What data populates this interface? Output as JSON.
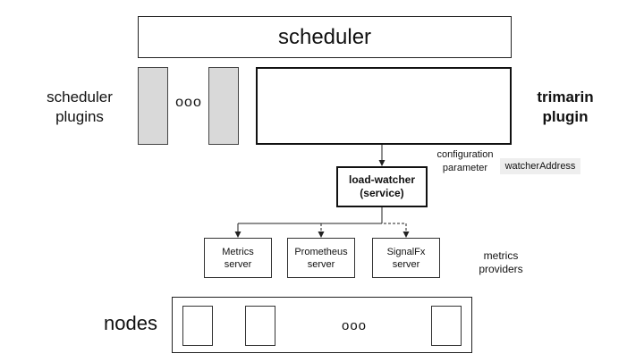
{
  "scheduler": {
    "title": "scheduler"
  },
  "scheduler_plugins": {
    "label_line1": "scheduler",
    "label_line2": "plugins",
    "ellipsis": "ooo"
  },
  "trimarin_plugin": {
    "label_line1": "trimarin",
    "label_line2": "plugin"
  },
  "configuration": {
    "label_line1": "configuration",
    "label_line2": "parameter",
    "watcher_address": "watcherAddress"
  },
  "load_watcher": {
    "label_line1": "load-watcher",
    "label_line2": "(service)"
  },
  "metrics_providers": {
    "label_line1": "metrics",
    "label_line2": "providers",
    "items": [
      {
        "line1": "Metrics",
        "line2": "server"
      },
      {
        "line1": "Prometheus",
        "line2": "server"
      },
      {
        "line1": "SignalFx",
        "line2": "server"
      }
    ]
  },
  "nodes": {
    "label": "nodes",
    "ellipsis": "ooo"
  },
  "colors": {
    "plugin_fill": "#d9d9d9",
    "watcher_address_bg": "#eeeeee",
    "stroke": "#222222"
  }
}
